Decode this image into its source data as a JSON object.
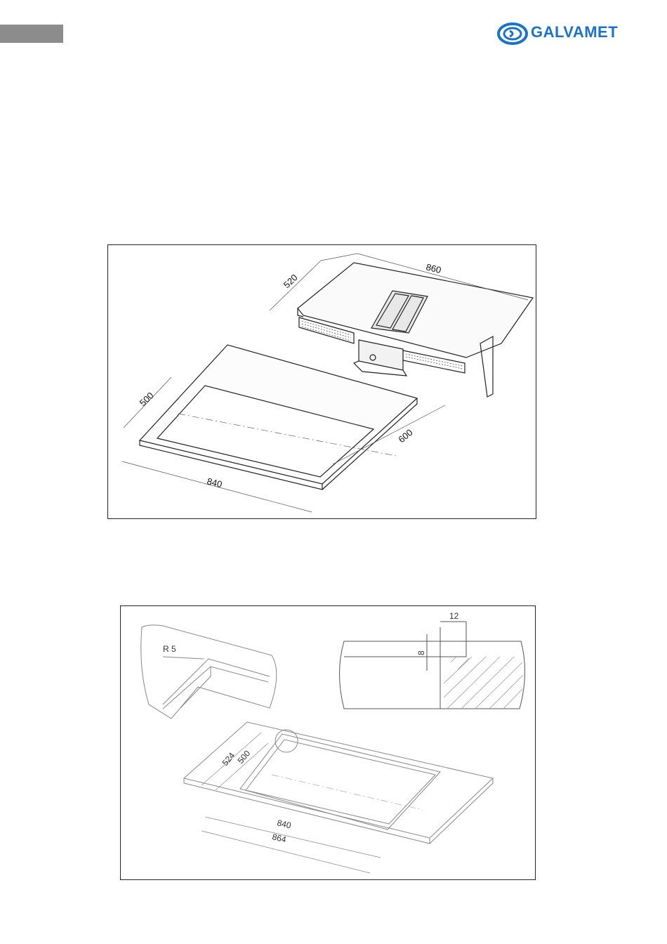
{
  "header": {
    "brand_name": "GALVAMET",
    "brand_color": "#1a73c8",
    "tab_color": "#8c8c8c"
  },
  "figure_1": {
    "dimensions": {
      "hob_width": "860",
      "hob_depth": "520",
      "cutout_width": "840",
      "cutout_depth": "500",
      "counter_depth": "600"
    }
  },
  "figure_2": {
    "dimensions": {
      "radius": "R 5",
      "rebate_width": "12",
      "rebate_depth": "8",
      "outer_depth": "524",
      "inner_depth": "500",
      "inner_width": "840",
      "outer_width": "864"
    }
  }
}
